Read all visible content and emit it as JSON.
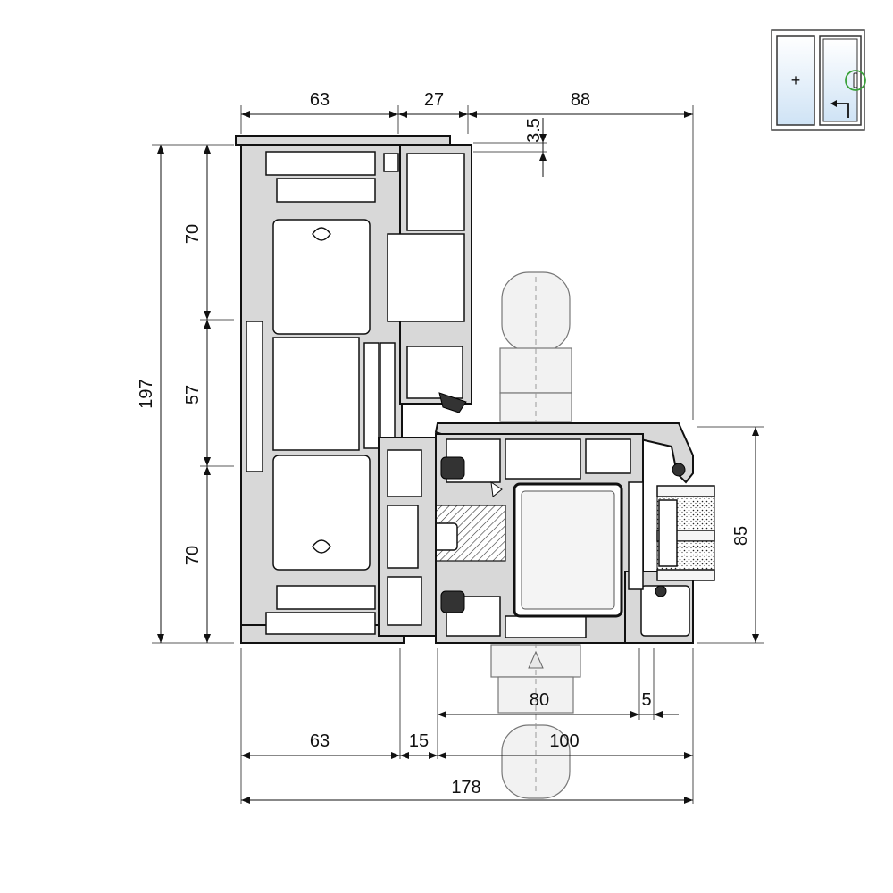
{
  "dimensions": {
    "top": [
      "63",
      "27",
      "88"
    ],
    "top_small": "3.5",
    "left_total": "197",
    "left_segments": [
      "70",
      "57",
      "70"
    ],
    "right": "85",
    "bottom_inner": [
      "80",
      "5"
    ],
    "bottom_row": [
      "63",
      "15",
      "100"
    ],
    "bottom_total": "178"
  },
  "thumbnail": {
    "fixed_symbol": "+",
    "frame_color": "#444444",
    "glass_color": "#cfe3f5",
    "highlight_color": "#3aa13a"
  }
}
